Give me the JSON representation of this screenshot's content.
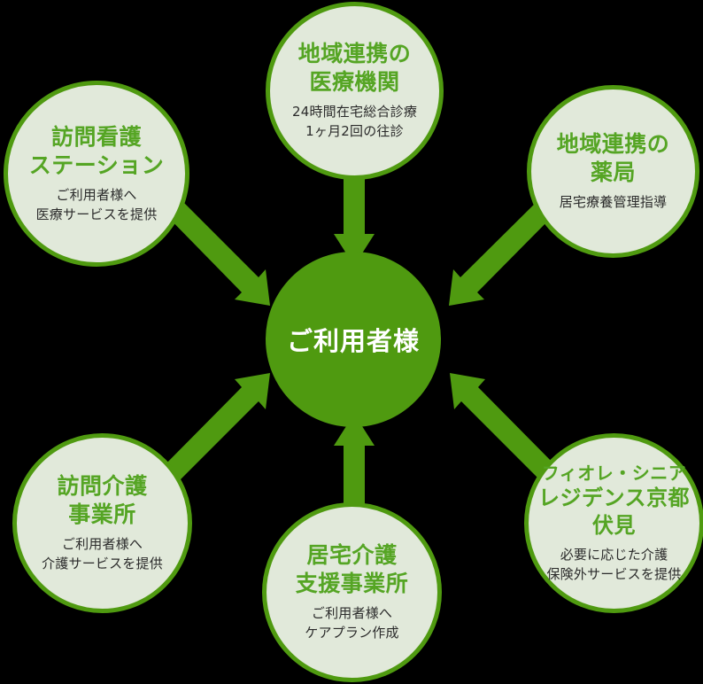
{
  "diagram": {
    "background_color": "#000000",
    "node_fill": "#e1e9da",
    "node_border": "#4f9a10",
    "title_color": "#55a524",
    "body_color": "#2b2b2b",
    "hub_fill": "#4f9a10",
    "hub_text_color": "#ffffff",
    "arrow_color": "#4f9a10",
    "hub": {
      "label": "ご利用者様"
    },
    "nodes": [
      {
        "id": "medical-institution",
        "title_line1": "地域連携の",
        "title_line2": "医療機関",
        "body_line1": "24時間在宅総合診療",
        "body_line2": "1ヶ月2回の往診"
      },
      {
        "id": "visiting-nursing-station",
        "title_line1": "訪問看護",
        "title_line2": "ステーション",
        "body_line1": "ご利用者様へ",
        "body_line2": "医療サービスを提供"
      },
      {
        "id": "pharmacy",
        "title_line1": "地域連携の",
        "title_line2": "薬局",
        "body_line1": "居宅療養管理指導",
        "body_line2": ""
      },
      {
        "id": "home-care-office",
        "title_line1": "訪問介護",
        "title_line2": "事業所",
        "body_line1": "ご利用者様へ",
        "body_line2": "介護サービスを提供"
      },
      {
        "id": "care-support-office",
        "title_line1": "居宅介護",
        "title_line2": "支援事業所",
        "body_line1": "ご利用者様へ",
        "body_line2": "ケアプラン作成"
      },
      {
        "id": "fiore-senior-residence",
        "title_line1": "フィオレ・シニア",
        "title_line2": "レジデンス京都伏見",
        "body_line1": "必要に応じた介護",
        "body_line2": "保険外サービスを提供"
      }
    ],
    "arrows": [
      {
        "id": "arrow-from-medical-institution",
        "direction": "down"
      },
      {
        "id": "arrow-from-visiting-nursing-station",
        "direction": "down-right"
      },
      {
        "id": "arrow-from-pharmacy",
        "direction": "down-left"
      },
      {
        "id": "arrow-from-home-care-office",
        "direction": "up-right"
      },
      {
        "id": "arrow-from-care-support-office",
        "direction": "up"
      },
      {
        "id": "arrow-from-fiore-senior-residence",
        "direction": "up-left"
      }
    ]
  }
}
